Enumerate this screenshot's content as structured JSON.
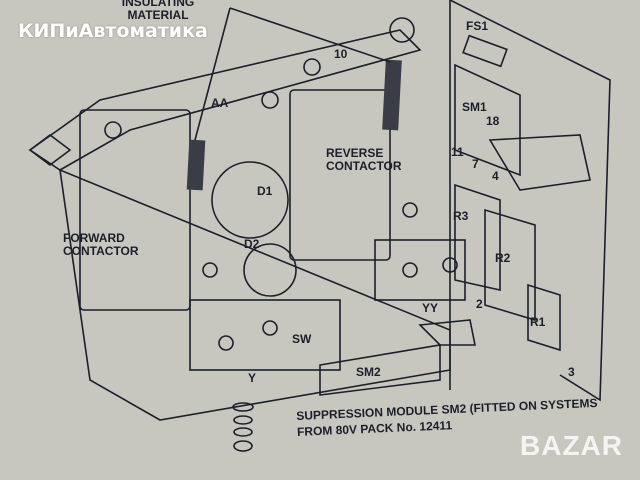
{
  "watermarks": {
    "top_left": "КИПиАвтоматика",
    "bottom_right": "BAZAR"
  },
  "labels": {
    "insulating": "INSULATING MATERIAL",
    "ten": "10",
    "aa": "AA",
    "fs1": "FS1",
    "sm1": "SM1",
    "eighteen": "18",
    "eleven": "11",
    "seven": "7",
    "four": "4",
    "reverse": "REVERSE CONTACTOR",
    "d1": "D1",
    "d2": "D2",
    "forward": "FORWARD CONTACTOR",
    "r3": "R3",
    "r2": "R2",
    "r1": "R1",
    "two": "2",
    "three": "3",
    "yy": "YY",
    "sw": "SW",
    "y": "Y",
    "sm2": "SM2"
  },
  "caption": {
    "line1": "SUPPRESSION MODULE SM2 (FITTED ON SYSTEMS",
    "line2": "FROM 80V PACK No. 12411"
  },
  "colors": {
    "background": "#c8c7bf",
    "ink": "#1c1f2a"
  }
}
